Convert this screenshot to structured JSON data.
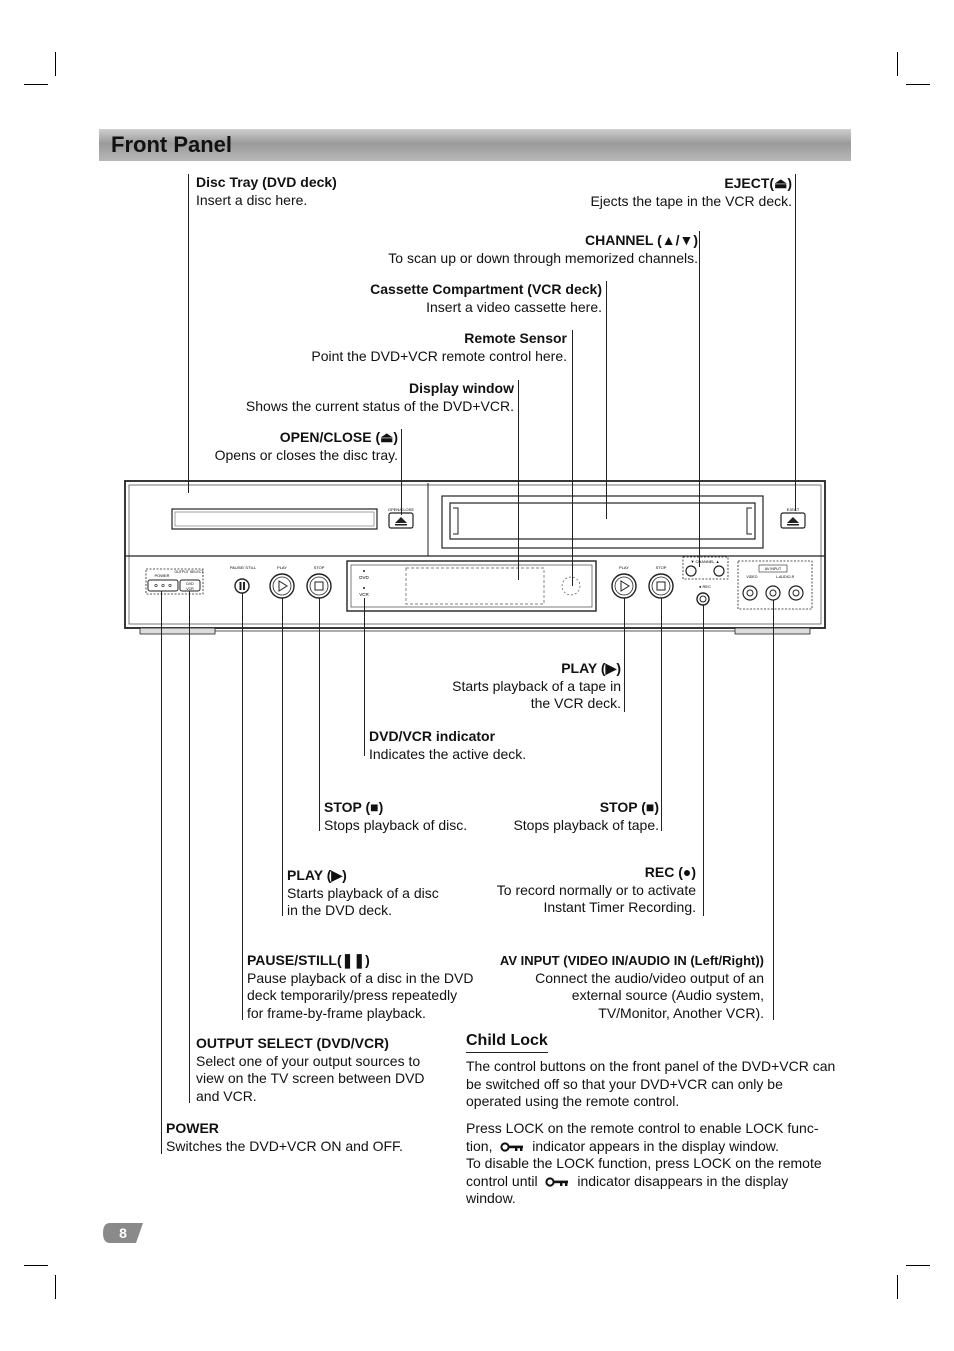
{
  "header": {
    "title": "Front Panel"
  },
  "labels": {
    "disc_tray": {
      "title": "Disc Tray (DVD deck)",
      "desc": "Insert a disc here."
    },
    "eject": {
      "title": "EJECT(⏏)",
      "desc": "Ejects the tape in the VCR deck."
    },
    "channel": {
      "title": "CHANNEL (▲/▼)",
      "desc": "To scan up or down through memorized channels."
    },
    "cassette": {
      "title": "Cassette Compartment (VCR deck)",
      "desc": "Insert a video cassette here."
    },
    "remote_sensor": {
      "title": "Remote Sensor",
      "desc": "Point the DVD+VCR remote control here."
    },
    "display_window": {
      "title": "Display window",
      "desc": "Shows the current status of the DVD+VCR."
    },
    "open_close": {
      "title": "OPEN/CLOSE (⏏)",
      "desc": "Opens or closes the disc tray."
    },
    "play_vcr": {
      "title": "PLAY (▶)",
      "desc1": "Starts playback of a tape in",
      "desc2": "the VCR deck."
    },
    "dvd_vcr_indicator": {
      "title": "DVD/VCR indicator",
      "desc": "Indicates the active deck."
    },
    "stop_dvd": {
      "title": "STOP (■)",
      "desc": "Stops playback of disc."
    },
    "stop_vcr": {
      "title": "STOP (■)",
      "desc": "Stops playback of tape."
    },
    "play_dvd": {
      "title": "PLAY (▶)",
      "desc1": "Starts playback of a disc",
      "desc2": "in the DVD deck."
    },
    "rec": {
      "title": "REC (●)",
      "desc1": "To record normally or to activate",
      "desc2": "Instant Timer Recording."
    },
    "pause_still": {
      "title": "PAUSE/STILL(❚❚)",
      "desc1": "Pause playback of a disc in the DVD",
      "desc2": "deck  temporarily/press repeatedly",
      "desc3": "for frame-by-frame playback."
    },
    "av_input": {
      "title": "AV INPUT (VIDEO IN/AUDIO IN (Left/Right))",
      "desc1": "Connect the audio/video output of an",
      "desc2": "external source (Audio system,",
      "desc3": "TV/Monitor, Another VCR)."
    },
    "output_select": {
      "title": "OUTPUT SELECT (DVD/VCR)",
      "desc1": "Select one of your output sources to",
      "desc2": "view on the TV screen between DVD",
      "desc3": "and VCR."
    },
    "power": {
      "title": "POWER",
      "desc": "Switches the DVD+VCR ON and OFF."
    }
  },
  "device": {
    "open_close_label": "OPEN/CLOSE",
    "eject_label": "EJECT",
    "power_label": "POWER",
    "output_select_label": "OUTPUT SELECT",
    "output_dvd_vcr": "DVD /VCR",
    "pause_label": "PAUSE/ STILL",
    "play_label": "PLAY",
    "stop_label": "STOP",
    "dvd_label": "DVD",
    "vcr_label": "VCR",
    "channel_label": "▼ CHANNEL ▲",
    "rec_label": "● REC",
    "av_input_label": "AV INPUT",
    "video_label": "VIDEO",
    "audio_label": "L-AUDIO-R"
  },
  "child_lock": {
    "heading": "Child Lock",
    "p1": "The control buttons on the front panel of the DVD+VCR can be switched off so that your DVD+VCR can only be operated using the remote control.",
    "p2a": "Press LOCK on the remote control to enable LOCK func- tion,",
    "p2b": "indicator appears in the display window.",
    "p3a": "To disable the LOCK function, press LOCK on the remote control until",
    "p3b": "indicator disappears in the display window."
  },
  "page_number": "8"
}
